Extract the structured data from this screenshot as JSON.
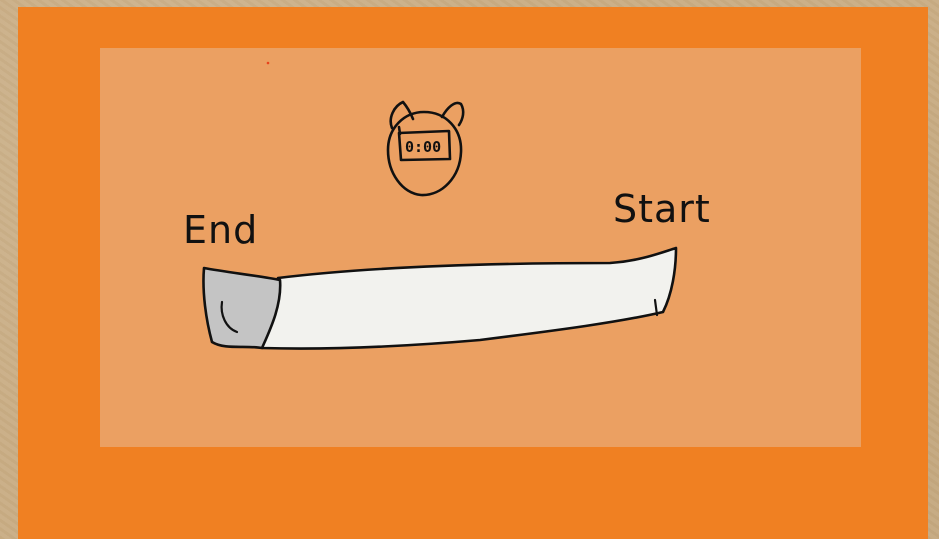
{
  "colors": {
    "background_texture": "#c9ad84",
    "frame": "#f08022",
    "play_area": "#eba062",
    "ink": "#111111",
    "stick_body": "#f2f2ee",
    "stick_tip": "#c4c4c4",
    "marker_dot": "#e8431c"
  },
  "labels": {
    "start": "Start",
    "end": "End"
  },
  "timer": {
    "display": "0:00",
    "icon": "stopwatch-icon"
  },
  "incense": {
    "burn_progress": 0.12
  }
}
